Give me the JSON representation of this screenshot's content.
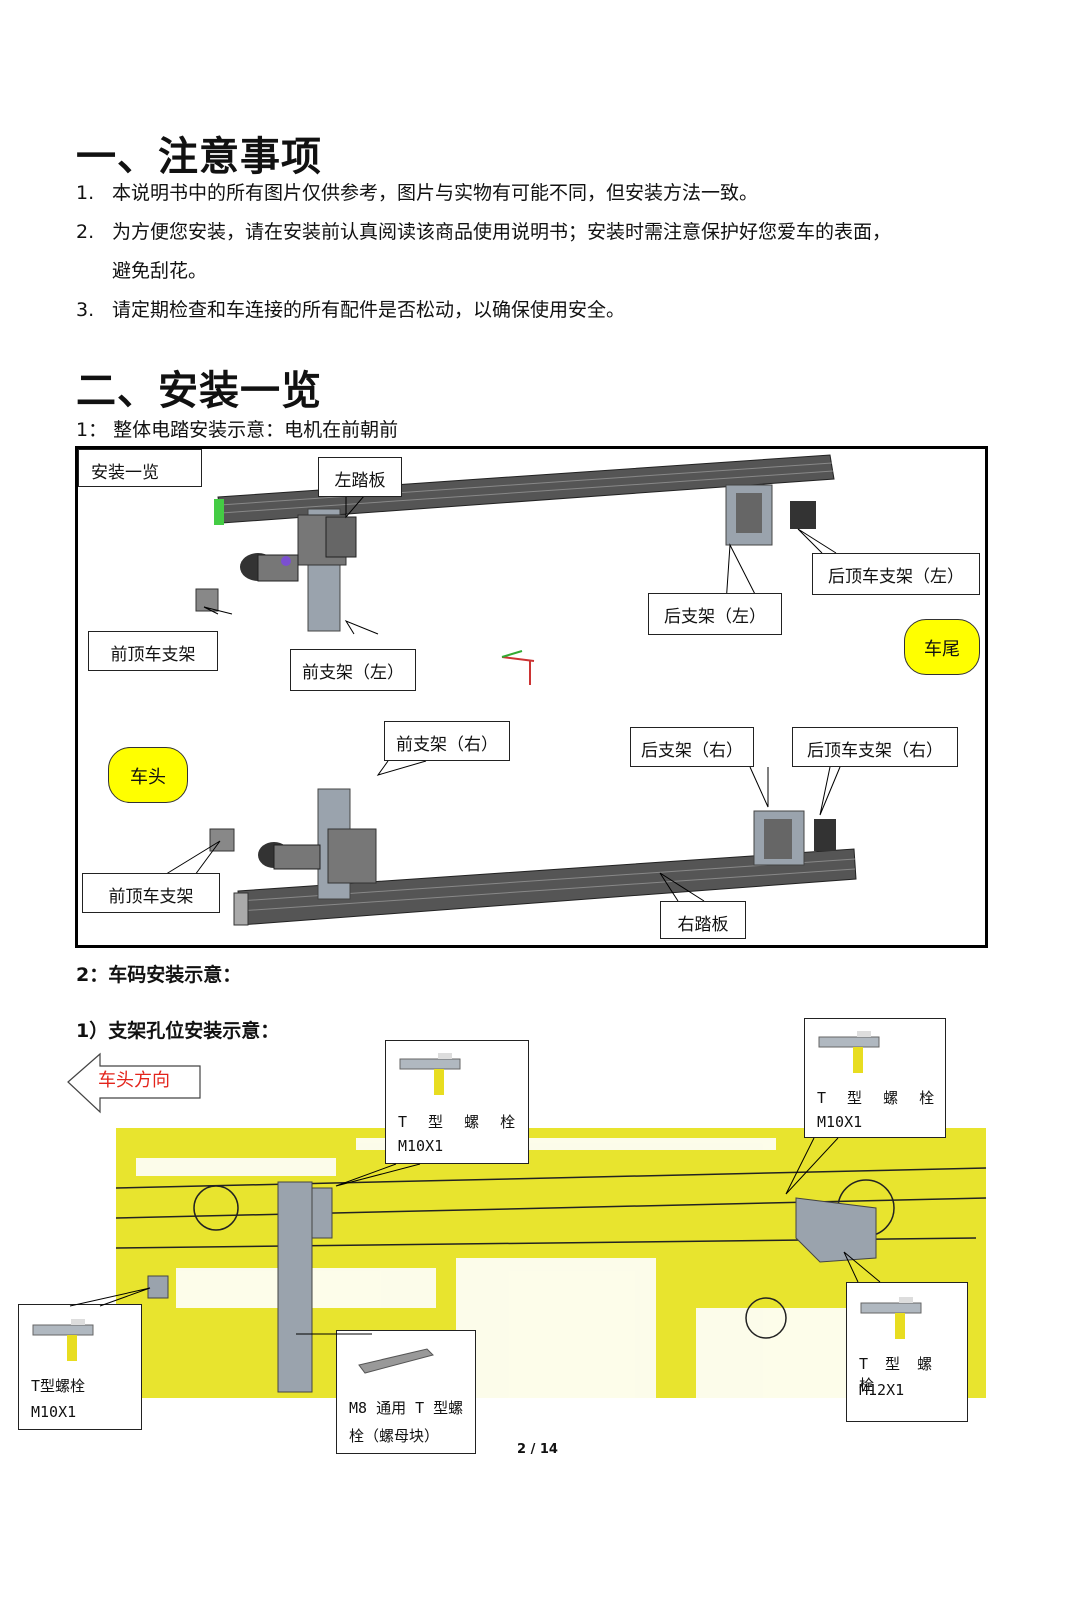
{
  "section1": {
    "heading": "一、注意事项",
    "items": [
      {
        "num": "1.",
        "text": "本说明书中的所有图片仅供参考，图片与实物有可能不同，但安装方法一致。"
      },
      {
        "num": "2.",
        "text": "为方便您安装，请在安装前认真阅读该商品使用说明书；安装时需注意保护好您爱车的表面，",
        "cont": "避免刮花。"
      },
      {
        "num": "3.",
        "text": "请定期检查和车连接的所有配件是否松动，以确保使用安全。"
      }
    ]
  },
  "section2": {
    "heading": "二、安装一览",
    "sub1": "1：  整体电踏安装示意：电机在前朝前",
    "diagram": {
      "box_label": "安装一览",
      "labels": {
        "left_board": "左踏板",
        "rear_top_left": "后顶车支架（左）",
        "rear_bracket_left": "后支架（左）",
        "tail": "车尾",
        "front_top_upper": "前顶车支架",
        "front_bracket_left": "前支架（左）",
        "front_bracket_right": "前支架（右）",
        "rear_bracket_right": "后支架（右）",
        "rear_top_right": "后顶车支架（右）",
        "head": "车头",
        "front_top_lower": "前顶车支架",
        "right_board": "右踏板"
      }
    },
    "sub2": "2：车码安装示意：",
    "sub3": "1）支架孔位安装示意：",
    "photo": {
      "direction": "车头方向",
      "bolt_a": {
        "line1": "T 型 螺 栓",
        "line2": "M10X1"
      },
      "bolt_b": {
        "line1": "T 型 螺 栓",
        "line2": "M10X1"
      },
      "bolt_c": {
        "line1": "T型螺栓",
        "line2": "M10X1"
      },
      "bolt_d": {
        "line1": "T 型 螺 栓",
        "line2": "M12X1"
      },
      "bolt_e": {
        "line1": "M8 通用 T 型螺",
        "line2": "栓（螺母块）"
      }
    }
  },
  "footer": {
    "page": "2 / 14"
  },
  "colors": {
    "yellow": "#ffff00",
    "chassis": "#e8e42e",
    "bracket": "#9aa3ad",
    "red": "#e3241b"
  }
}
